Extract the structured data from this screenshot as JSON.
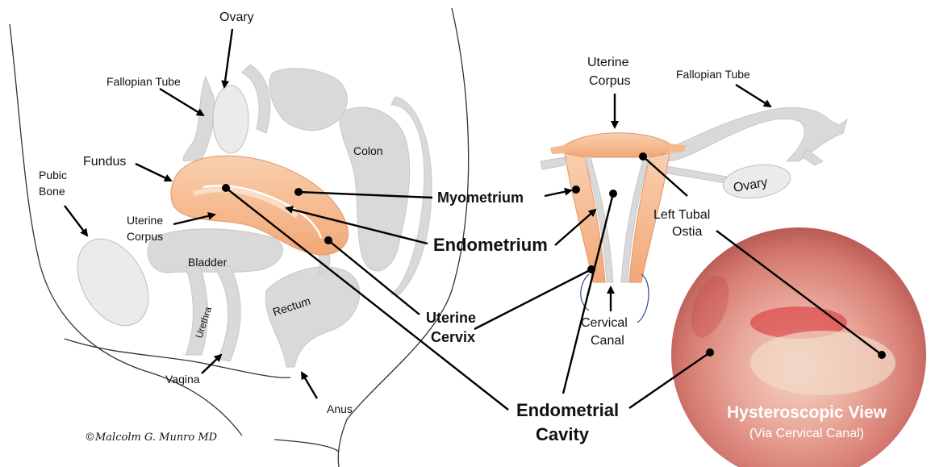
{
  "labels": {
    "ovary_top": "Ovary",
    "fallopian_left": "Fallopian Tube",
    "fundus": "Fundus",
    "pubic_bone": [
      "Pubic",
      "Bone"
    ],
    "uterine_corpus_left": [
      "Uterine",
      "Corpus"
    ],
    "bladder": "Bladder",
    "urethra": "Urethra",
    "vagina": "Vagina",
    "rectum": "Rectum",
    "anus": "Anus",
    "colon": "Colon",
    "myometrium": "Myometrium",
    "endometrium": "Endometrium",
    "uterine_cervix": [
      "Uterine",
      "Cervix"
    ],
    "endometrial_cavity": [
      "Endometrial",
      "Cavity"
    ],
    "uterine_corpus_right": [
      "Uterine",
      "Corpus"
    ],
    "fallopian_right": "Fallopian Tube",
    "ovary_right": "Ovary",
    "left_tubal_ostia": [
      "Left Tubal",
      "Ostia"
    ],
    "cervical_canal": [
      "Cervical",
      "Canal"
    ]
  },
  "hysteroscopic_view": {
    "title": "Hysteroscopic View",
    "subtitle": "(Via Cervical Canal)"
  },
  "copyright": "©Malcolm G. Munro MD",
  "colors": {
    "uterus": "#f6b98c",
    "organ_gray": "#d9d9d9",
    "leader": "#000000",
    "hysteroscopy_red": "#d64a4a"
  }
}
